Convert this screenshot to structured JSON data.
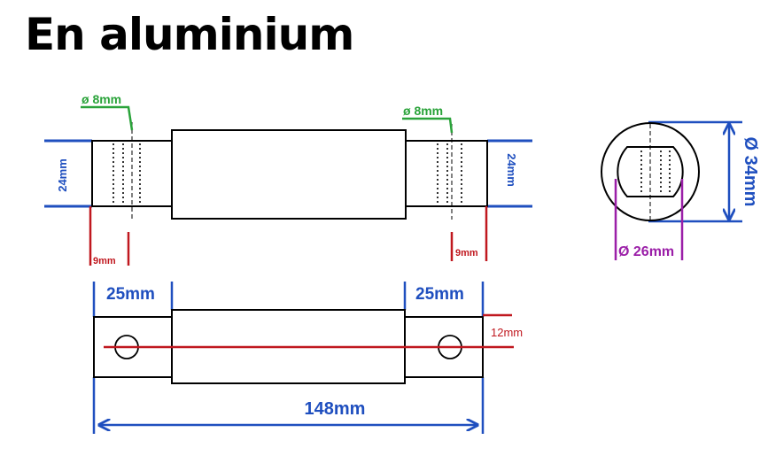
{
  "title": "En aluminium",
  "colors": {
    "outline": "#000000",
    "dimension_blue": "#1f4fbf",
    "dimension_red": "#c0181f",
    "dimension_green": "#2aa33a",
    "dimension_purple": "#9b1fa8"
  },
  "top_view": {
    "hole_left": "ø 8mm",
    "hole_right": "ø 8mm",
    "height_left": "24mm",
    "height_right": "24mm",
    "offset_left": "9mm",
    "offset_right": "9mm"
  },
  "side_view": {
    "end_left": "25mm",
    "end_right": "25mm",
    "axis_offset": "12mm",
    "total_length": "148mm"
  },
  "end_view": {
    "outer_diameter": "Ø 34mm",
    "inner_diameter": "Ø 26mm"
  }
}
